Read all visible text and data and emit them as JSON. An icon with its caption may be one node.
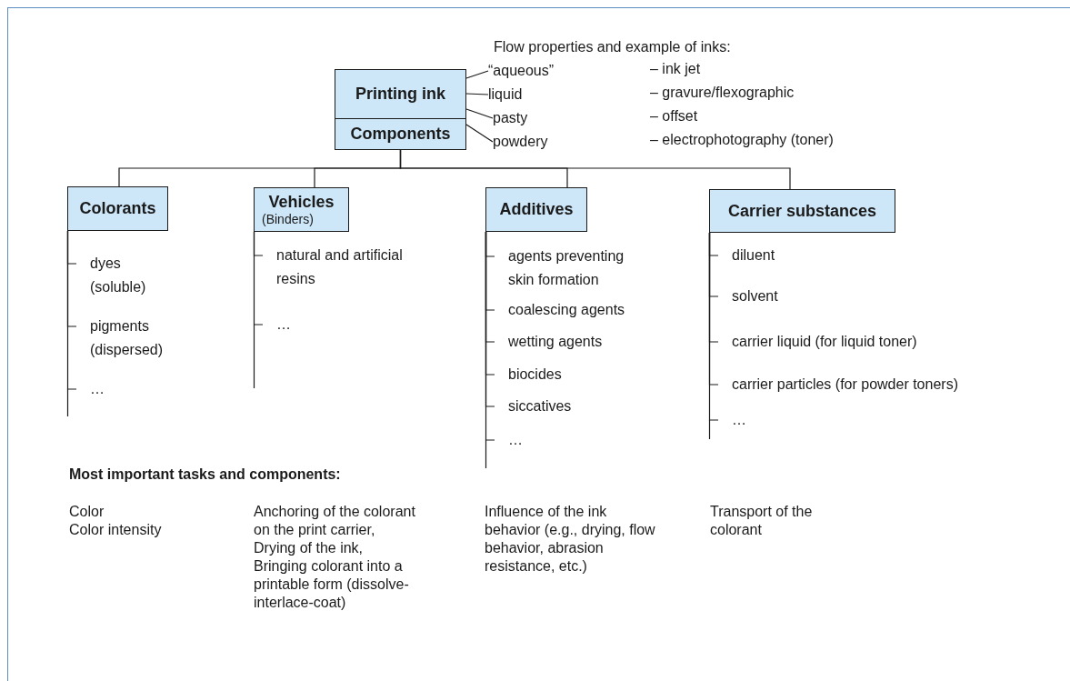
{
  "diagram": {
    "nodes": [
      {
        "text": [
          "Printing ink"
        ]
      },
      {
        "text": [
          "Components"
        ]
      },
      {
        "text": [
          "“aqueous”"
        ]
      },
      {
        "text": [
          "liquid"
        ]
      },
      {
        "text": [
          "pasty"
        ]
      },
      {
        "text": [
          "powdery"
        ]
      },
      {
        "text": [
          "Colorants"
        ]
      },
      {
        "text": [
          "Vehicles",
          "(Binders)"
        ]
      },
      {
        "text": [
          "Additives"
        ]
      },
      {
        "text": [
          "Carrier substances"
        ]
      },
      {
        "text": [
          "dyes (soluble)"
        ]
      },
      {
        "text": [
          "pigments (dispersed)"
        ]
      },
      {
        "text": [
          "…"
        ]
      },
      {
        "text": [
          "natural and artificial resins"
        ]
      },
      {
        "text": [
          "…"
        ]
      },
      {
        "text": [
          "agents preventing skin formation"
        ]
      },
      {
        "text": [
          "coalescing agents"
        ]
      },
      {
        "text": [
          "wetting agents"
        ]
      },
      {
        "text": [
          "biocides"
        ]
      },
      {
        "text": [
          "siccatives"
        ]
      },
      {
        "text": [
          "…"
        ]
      },
      {
        "text": [
          "diluent"
        ]
      },
      {
        "text": [
          "solvent"
        ]
      },
      {
        "text": [
          "carrier liquid (for liquid toner)"
        ]
      },
      {
        "text": [
          "carrier particles (for powder toners)"
        ]
      },
      {
        "text": [
          "…"
        ]
      }
    ],
    "edges": [
      {
        "from": 0,
        "to": 2,
        "arrow": "none"
      },
      {
        "from": 0,
        "to": 3,
        "arrow": "none"
      },
      {
        "from": 0,
        "to": 4,
        "arrow": "none"
      },
      {
        "from": 1,
        "to": 5,
        "arrow": "none"
      },
      {
        "from": 1,
        "to": 6,
        "arrow": "none"
      },
      {
        "from": 1,
        "to": 7,
        "arrow": "none"
      },
      {
        "from": 1,
        "to": 8,
        "arrow": "none"
      },
      {
        "from": 1,
        "to": 9,
        "arrow": "none"
      },
      {
        "from": 6,
        "to": 10,
        "arrow": "none"
      },
      {
        "from": 6,
        "to": 11,
        "arrow": "none"
      },
      {
        "from": 6,
        "to": 12,
        "arrow": "none"
      },
      {
        "from": 7,
        "to": 13,
        "arrow": "none"
      },
      {
        "from": 7,
        "to": 14,
        "arrow": "none"
      },
      {
        "from": 8,
        "to": 15,
        "arrow": "none"
      },
      {
        "from": 8,
        "to": 16,
        "arrow": "none"
      },
      {
        "from": 8,
        "to": 17,
        "arrow": "none"
      },
      {
        "from": 8,
        "to": 18,
        "arrow": "none"
      },
      {
        "from": 8,
        "to": 19,
        "arrow": "none"
      },
      {
        "from": 8,
        "to": 20,
        "arrow": "none"
      },
      {
        "from": 9,
        "to": 21,
        "arrow": "none"
      },
      {
        "from": 9,
        "to": 22,
        "arrow": "none"
      },
      {
        "from": 9,
        "to": 23,
        "arrow": "none"
      },
      {
        "from": 9,
        "to": 24,
        "arrow": "none"
      },
      {
        "from": 9,
        "to": 25,
        "arrow": "none"
      }
    ],
    "labels": [
      "Flow properties and example of inks:",
      "– ink jet",
      "– gravure/flexographic",
      "– offset",
      "– electrophotography (toner)",
      "Most important tasks and components:",
      "Color",
      "Color intensity",
      "Anchoring of the colorant on the print carrier,",
      "Drying of the ink,",
      "Bringing colorant into a printable form (dissolve-interlace-coat)",
      "Influence of the ink behavior (e.g., drying, flow behavior, abrasion resistance, etc.)",
      "Transport of the colorant"
    ]
  }
}
